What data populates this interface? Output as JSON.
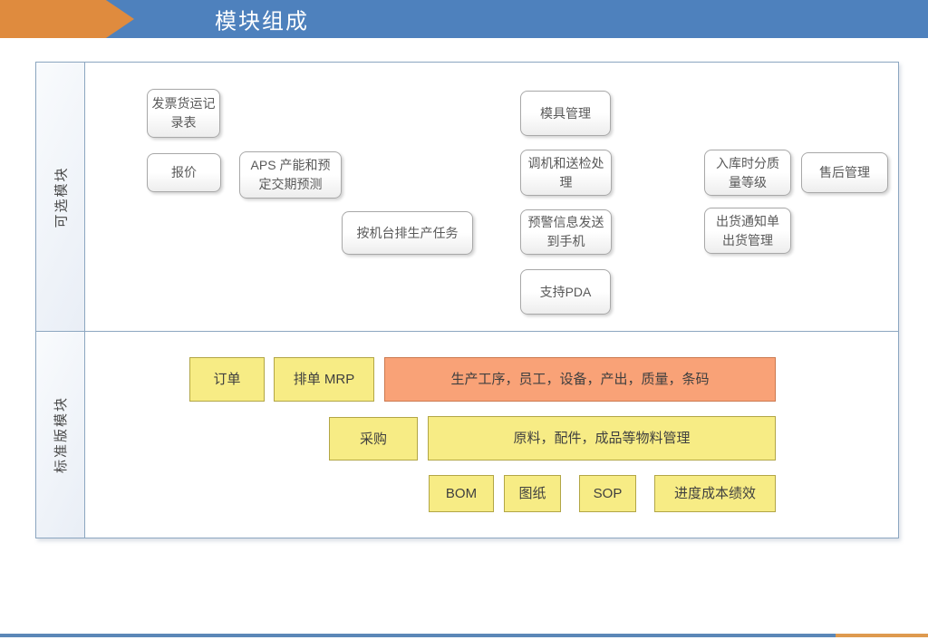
{
  "header": {
    "title": "模块组成"
  },
  "sections": {
    "optional": {
      "label": "可选模块"
    },
    "standard": {
      "label": "标准版模块"
    }
  },
  "optional_modules": [
    {
      "label": "发票货运记\n录表"
    },
    {
      "label": "报价"
    },
    {
      "label": "APS 产能和预\n定交期预测"
    },
    {
      "label": "按机台排生产任务"
    },
    {
      "label": "模具管理"
    },
    {
      "label": "调机和送检处\n理"
    },
    {
      "label": "预警信息发送\n到手机"
    },
    {
      "label": "支持PDA"
    },
    {
      "label": "入库时分质\n量等级"
    },
    {
      "label": "售后管理"
    },
    {
      "label": "出货通知单\n出货管理"
    }
  ],
  "standard_modules": [
    {
      "label": "订单"
    },
    {
      "label": "排单 MRP"
    },
    {
      "label": "生产工序，员工，设备，产出，质量，条码"
    },
    {
      "label": "采购"
    },
    {
      "label": "原料，配件，成品等物料管理"
    },
    {
      "label": "BOM"
    },
    {
      "label": "图纸"
    },
    {
      "label": "SOP"
    },
    {
      "label": "进度成本绩效"
    }
  ],
  "colors": {
    "header-blue": "#4E81BD",
    "header-orange": "#DF8B3E",
    "table-border": "#8CA6C0",
    "box-text": "#595959",
    "yellow": "#F7EC85",
    "yellow-border": "#B2A646",
    "orange": "#F9A277",
    "orange-border": "#CC7A50",
    "footer-blue": "#5B87B7",
    "footer-orange": "#DE9A4F"
  }
}
